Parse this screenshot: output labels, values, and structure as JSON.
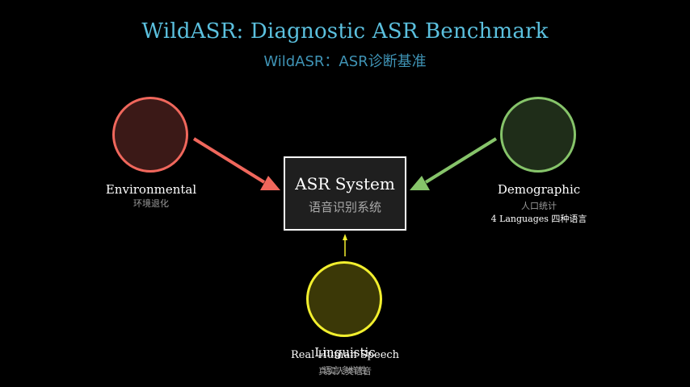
{
  "title": "WildASR: Diagnostic ASR Benchmark",
  "subtitle": "WildASR：ASR诊断基准",
  "center": {
    "title": "ASR System",
    "subtitle": "语音识别系统"
  },
  "nodes": {
    "environmental": {
      "label": "Environmental",
      "sub": "环境退化",
      "color": "#f0675c"
    },
    "demographic": {
      "label": "Demographic",
      "sub": "人口统计",
      "extra": "4 Languages 四种语言",
      "color": "#86c46a"
    },
    "linguistic": {
      "label": "Linguistic",
      "sub": "语言多样性",
      "overlap_label": "Real Human Speech",
      "overlap_sub": "真实人类语音",
      "color": "#f2ef2e"
    }
  }
}
